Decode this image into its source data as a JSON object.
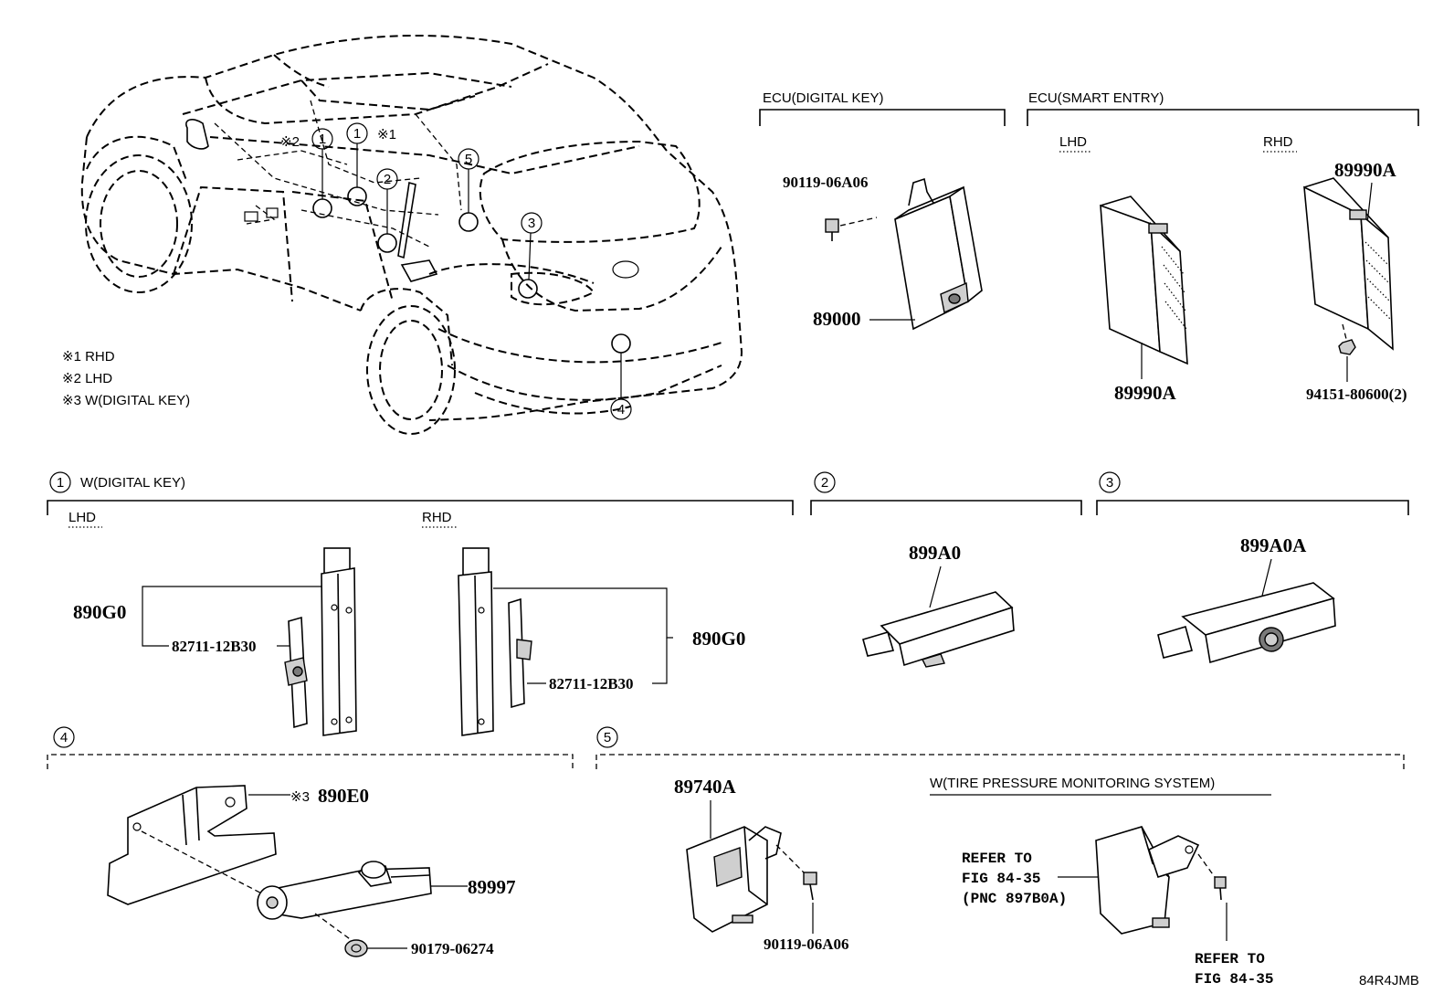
{
  "notes": [
    {
      "mark": "※1",
      "text": "RHD"
    },
    {
      "mark": "※2",
      "text": "LHD"
    },
    {
      "mark": "※3",
      "text": "W(DIGITAL KEY)"
    }
  ],
  "car_callouts": [
    "1",
    "1",
    "2",
    "3",
    "4",
    "5"
  ],
  "car_marks": [
    "※2",
    "※1"
  ],
  "ecu_digital_key": {
    "title": "ECU(DIGITAL KEY)",
    "screw": "90119-06A06",
    "unit": "89000"
  },
  "ecu_smart_entry": {
    "title": "ECU(SMART ENTRY)",
    "lhd": "LHD",
    "rhd": "RHD",
    "unit_rhd": "89990A",
    "unit_lhd": "89990A",
    "nut": "94151-80600(2)"
  },
  "section1": {
    "number": "1",
    "title": "W(DIGITAL KEY)",
    "lhd": "LHD",
    "rhd": "RHD",
    "part_lhd": "890G0",
    "sub_lhd": "82711-12B30",
    "part_rhd": "890G0",
    "sub_rhd": "82711-12B30"
  },
  "section2": {
    "number": "2",
    "part": "899A0"
  },
  "section3": {
    "number": "3",
    "part": "899A0A"
  },
  "section4": {
    "number": "4",
    "bracket_mark": "※3",
    "bracket": "890E0",
    "sensor": "89997",
    "clip": "90179-06274"
  },
  "section5": {
    "number": "5",
    "unit": "89740A",
    "screw": "90119-06A06",
    "tpms_title": "W(TIRE PRESSURE MONITORING SYSTEM)",
    "refer1": [
      "REFER TO",
      "FIG 84-35",
      "(PNC 897B0A)"
    ],
    "refer2": [
      "REFER TO",
      "FIG 84-35"
    ]
  },
  "illustration_code": "84R4JMB"
}
